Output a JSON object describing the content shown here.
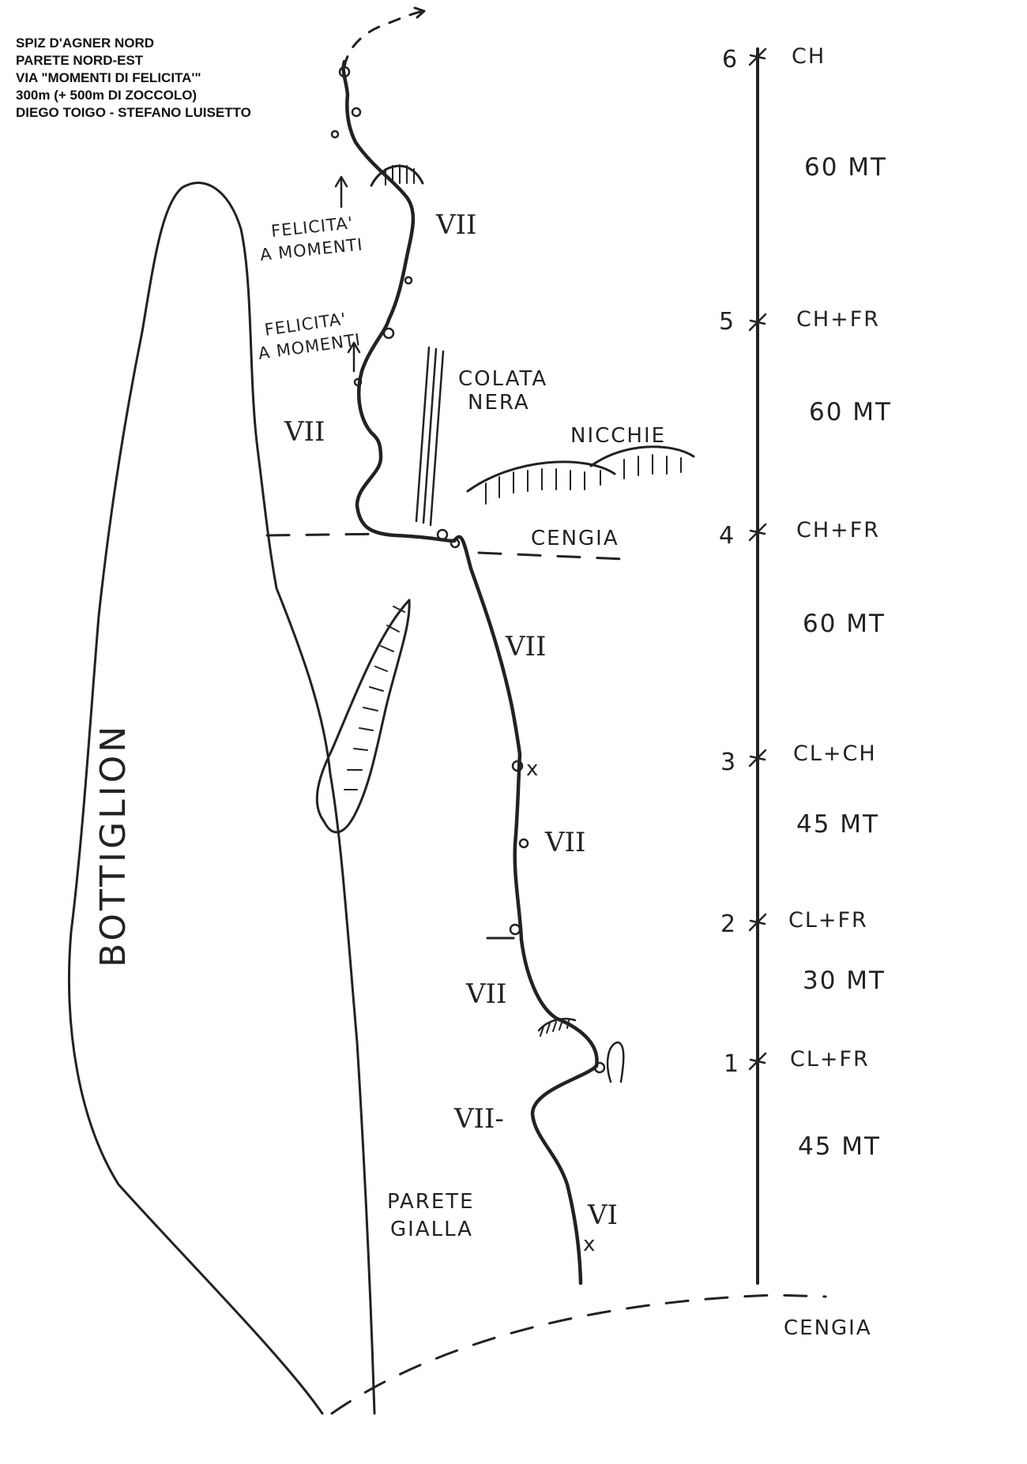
{
  "header": {
    "lines": [
      "SPIZ D'AGNER NORD",
      "PARETE NORD-EST",
      "VIA \"MOMENTI DI FELICITA'\"",
      "300m (+ 500m DI ZOCCOLO)",
      "DIEGO TOIGO - STEFANO LUISETTO"
    ]
  },
  "labels": {
    "bottiglion": "BOTTIGLION",
    "colata_line1": "COLATA",
    "colata_line2": "NERA",
    "nicchie": "NICCHIE",
    "cengia_upper": "CENGIA",
    "cengia_lower": "CENGIA",
    "parete_line1": "PARETE",
    "parete_line2": "GIALLA",
    "felicita_upper_line1": "FELICITA'",
    "felicita_upper_line2": "A MOMENTI",
    "felicita_lower_line1": "FELICITA'",
    "felicita_lower_line2": "A MOMENTI"
  },
  "grades": {
    "g1": "VII",
    "g2": "VII",
    "g3": "VII",
    "g4": "VII",
    "g5": "VII",
    "g6": "VII-",
    "g7": "VI"
  },
  "stations": [
    {
      "num": "6",
      "code": "CH"
    },
    {
      "num": "5",
      "code": "CH+FR"
    },
    {
      "num": "4",
      "code": "CH+FR"
    },
    {
      "num": "3",
      "code": "CL+CH"
    },
    {
      "num": "2",
      "code": "CL+FR"
    },
    {
      "num": "1",
      "code": "CL+FR"
    }
  ],
  "pitches": [
    {
      "length": "60 MT"
    },
    {
      "length": "60 MT"
    },
    {
      "length": "60 MT"
    },
    {
      "length": "45 MT"
    },
    {
      "length": "30 MT"
    },
    {
      "length": "45 MT"
    }
  ],
  "marks": {
    "piton": "x"
  },
  "colors": {
    "ink": "#222222",
    "paper": "#ffffff"
  }
}
